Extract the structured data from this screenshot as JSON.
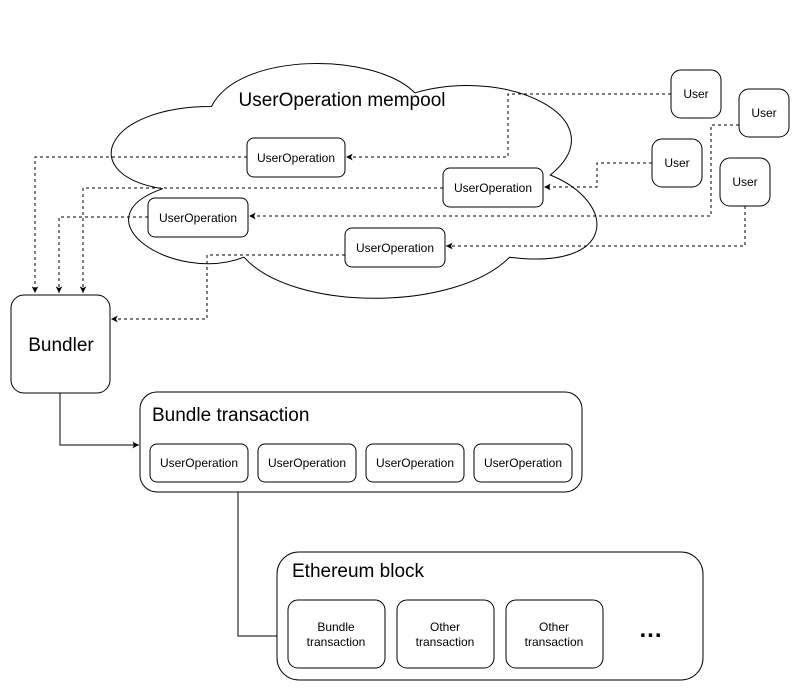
{
  "mempool": {
    "title": "UserOperation mempool",
    "ops": [
      "UserOperation",
      "UserOperation",
      "UserOperation",
      "UserOperation"
    ]
  },
  "users": [
    "User",
    "User",
    "User",
    "User"
  ],
  "bundler": {
    "label": "Bundler"
  },
  "bundle_transaction": {
    "title": "Bundle transaction",
    "ops": [
      "UserOperation",
      "UserOperation",
      "UserOperation",
      "UserOperation"
    ]
  },
  "ethereum_block": {
    "title": "Ethereum block",
    "transactions": [
      {
        "lines": [
          "Bundle",
          "transaction"
        ]
      },
      {
        "lines": [
          "Other",
          "transaction"
        ]
      },
      {
        "lines": [
          "Other",
          "transaction"
        ]
      }
    ],
    "more_indicator": "..."
  },
  "colors": {
    "stroke": "#000000",
    "node_fill": "#ffffff",
    "background": "#ffffff"
  }
}
